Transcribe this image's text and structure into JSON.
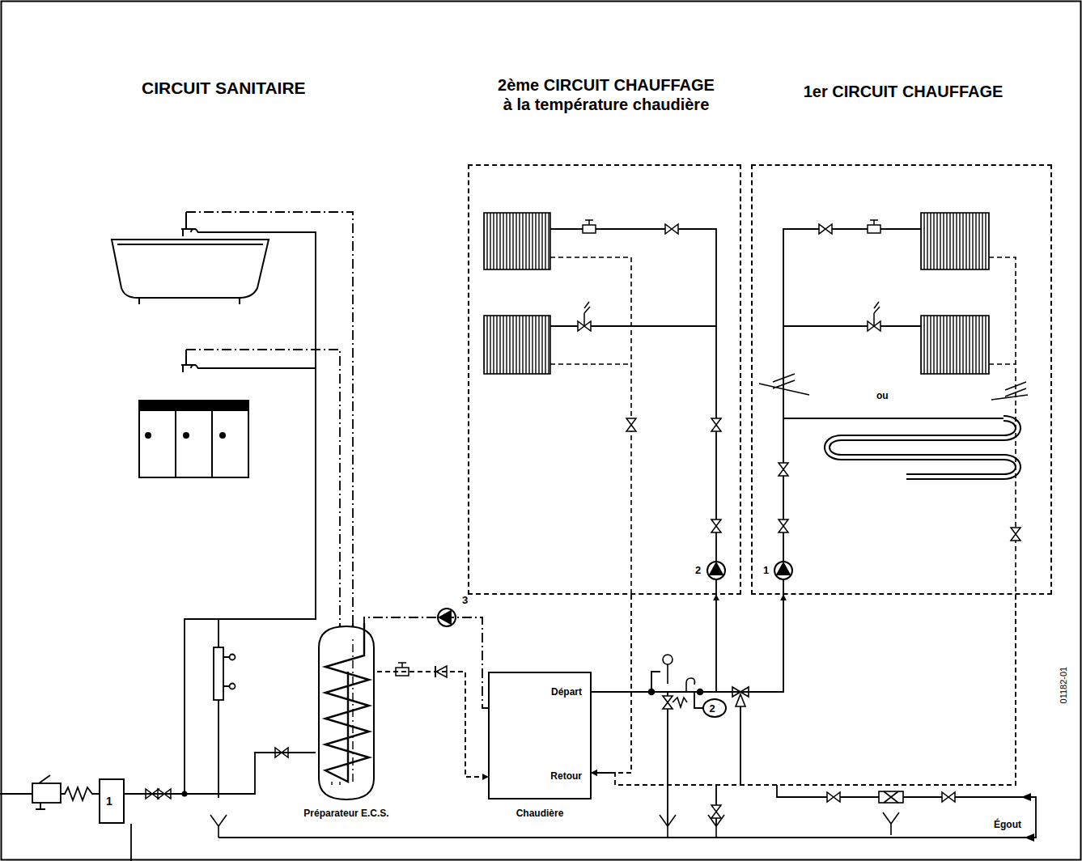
{
  "diagram": {
    "nodes": [
      {
        "text": [
          "2ème CIRCUIT CHAUFFAGE à la température chaudière"
        ]
      },
      {
        "text": [
          "1er CIRCUIT CHAUFFAGE"
        ]
      },
      {
        "text": [
          "Préparateur E.C.S."
        ]
      },
      {
        "text": [
          "Chaudière",
          "Départ",
          "Retour"
        ]
      },
      {
        "text": [
          "1"
        ]
      },
      {
        "text": [
          "2"
        ]
      }
    ],
    "edges": [
      {
        "from": 4,
        "to": 2,
        "arrow": "none"
      },
      {
        "from": 3,
        "to": 2,
        "arrow": "none"
      },
      {
        "from": 2,
        "to": 3,
        "arrow": "to"
      },
      {
        "from": 3,
        "to": 0,
        "arrow": "to"
      },
      {
        "from": 3,
        "to": 1,
        "arrow": "to"
      },
      {
        "from": 0,
        "to": 3,
        "arrow": "to"
      },
      {
        "from": 1,
        "to": 3,
        "arrow": "to"
      }
    ],
    "labels": [
      "CIRCUIT SANITAIRE",
      "ou",
      "3",
      "2",
      "1",
      "Égout",
      "01182-01"
    ]
  }
}
